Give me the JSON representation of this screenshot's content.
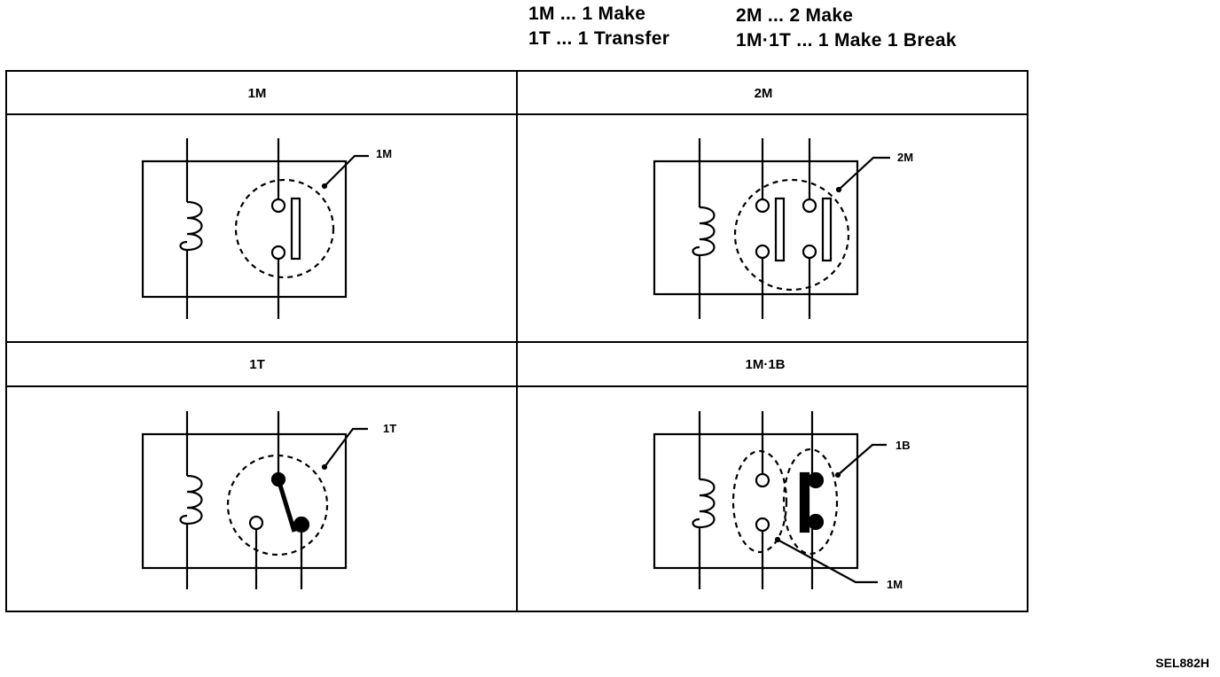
{
  "legend": {
    "left": [
      "1M ... 1 Make",
      "1T ... 1 Transfer"
    ],
    "right": [
      "2M ... 2 Make",
      "1M·1T ... 1 Make 1 Break"
    ]
  },
  "panels": {
    "p1m": {
      "header": "1M",
      "callout": "1M"
    },
    "p2m": {
      "header": "2M",
      "callout": "2M"
    },
    "p1t": {
      "header": "1T",
      "callout": "1T"
    },
    "p1m1b": {
      "header": "1M·1B",
      "callout_break": "1B",
      "callout_make": "1M"
    }
  },
  "figure_code": "SEL882H"
}
